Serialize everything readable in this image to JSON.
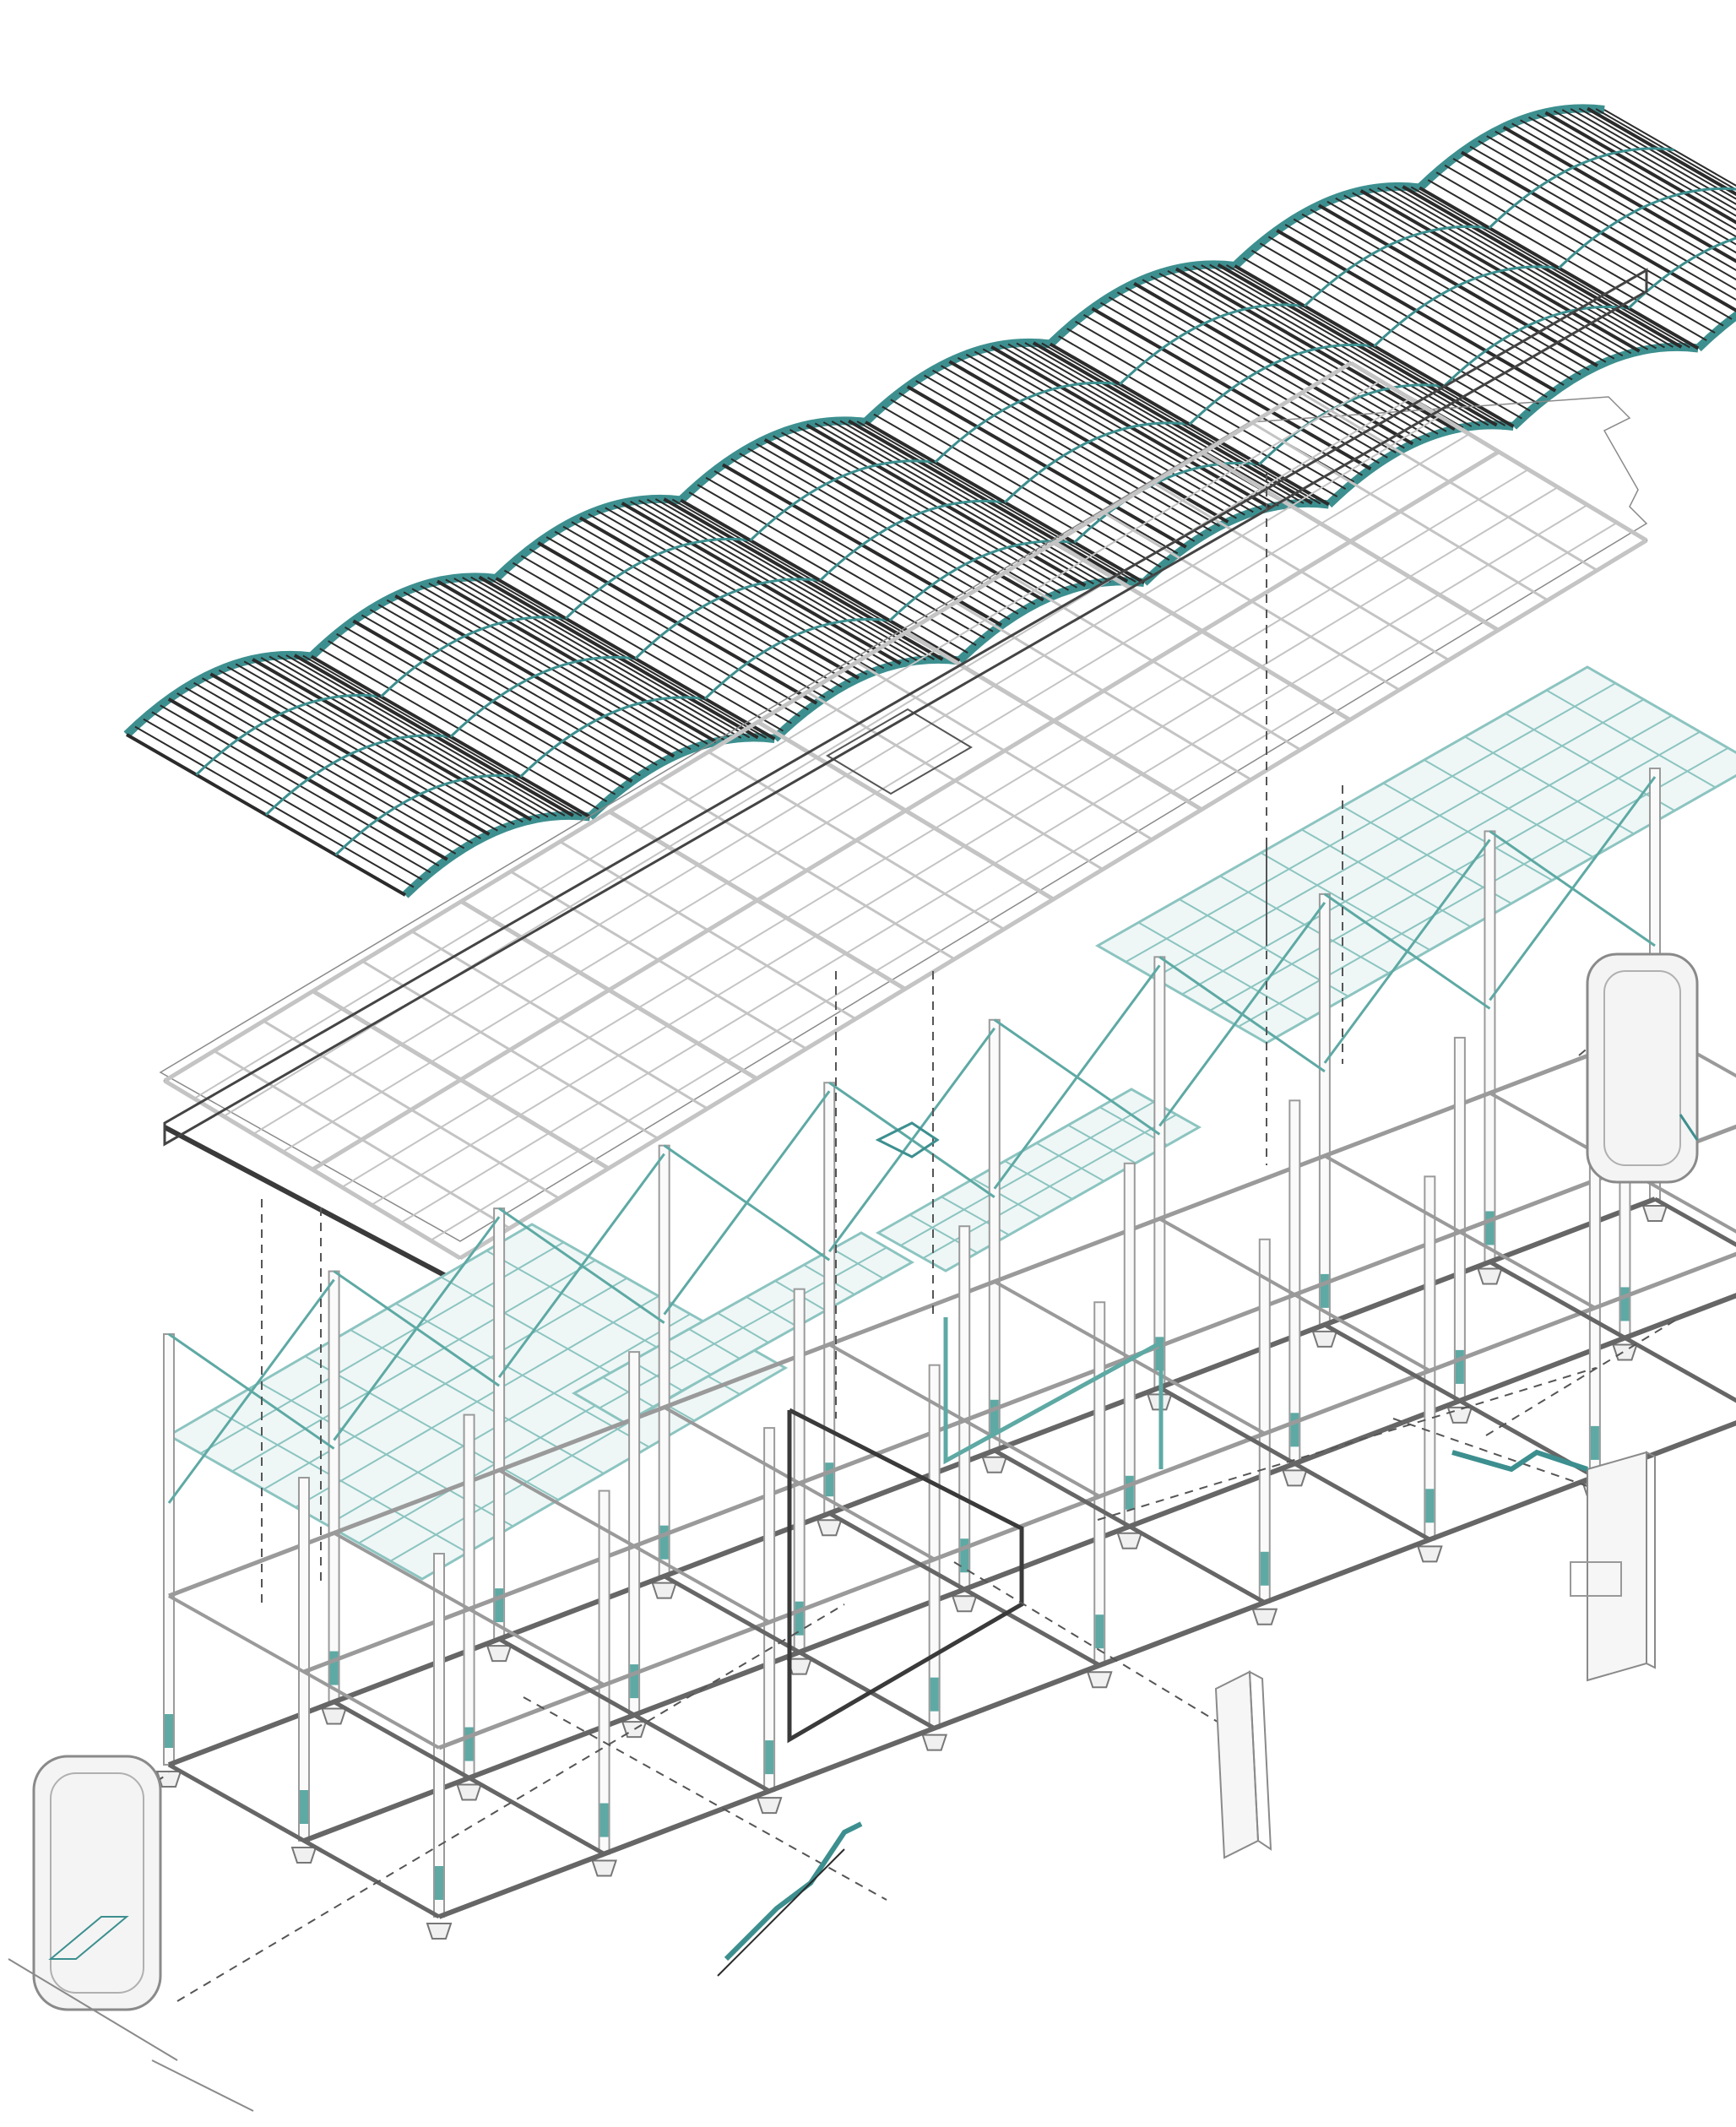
{
  "colors": {
    "background": "#ffffff",
    "roof_frame": "#3d8f8f",
    "roof_slats": "#2b2b2b",
    "floor_plate": "#c4c4c4",
    "mezzanine": "#8cc4c0",
    "structure": "#9a9a9a",
    "bracing": "#5ea9a4",
    "guides": "#555555"
  },
  "layers": [
    {
      "id": "roof",
      "icon": "wave-roof-icon"
    },
    {
      "id": "upper-floor",
      "icon": "floor-grid-icon"
    },
    {
      "id": "mezzanine-decks",
      "icon": "deck-grid-icon"
    },
    {
      "id": "frame",
      "icon": "column-frame-icon"
    },
    {
      "id": "cores",
      "icon": "stair-core-icon"
    }
  ],
  "roof": {
    "vaults": 8
  },
  "frame": {
    "bays": 9
  }
}
